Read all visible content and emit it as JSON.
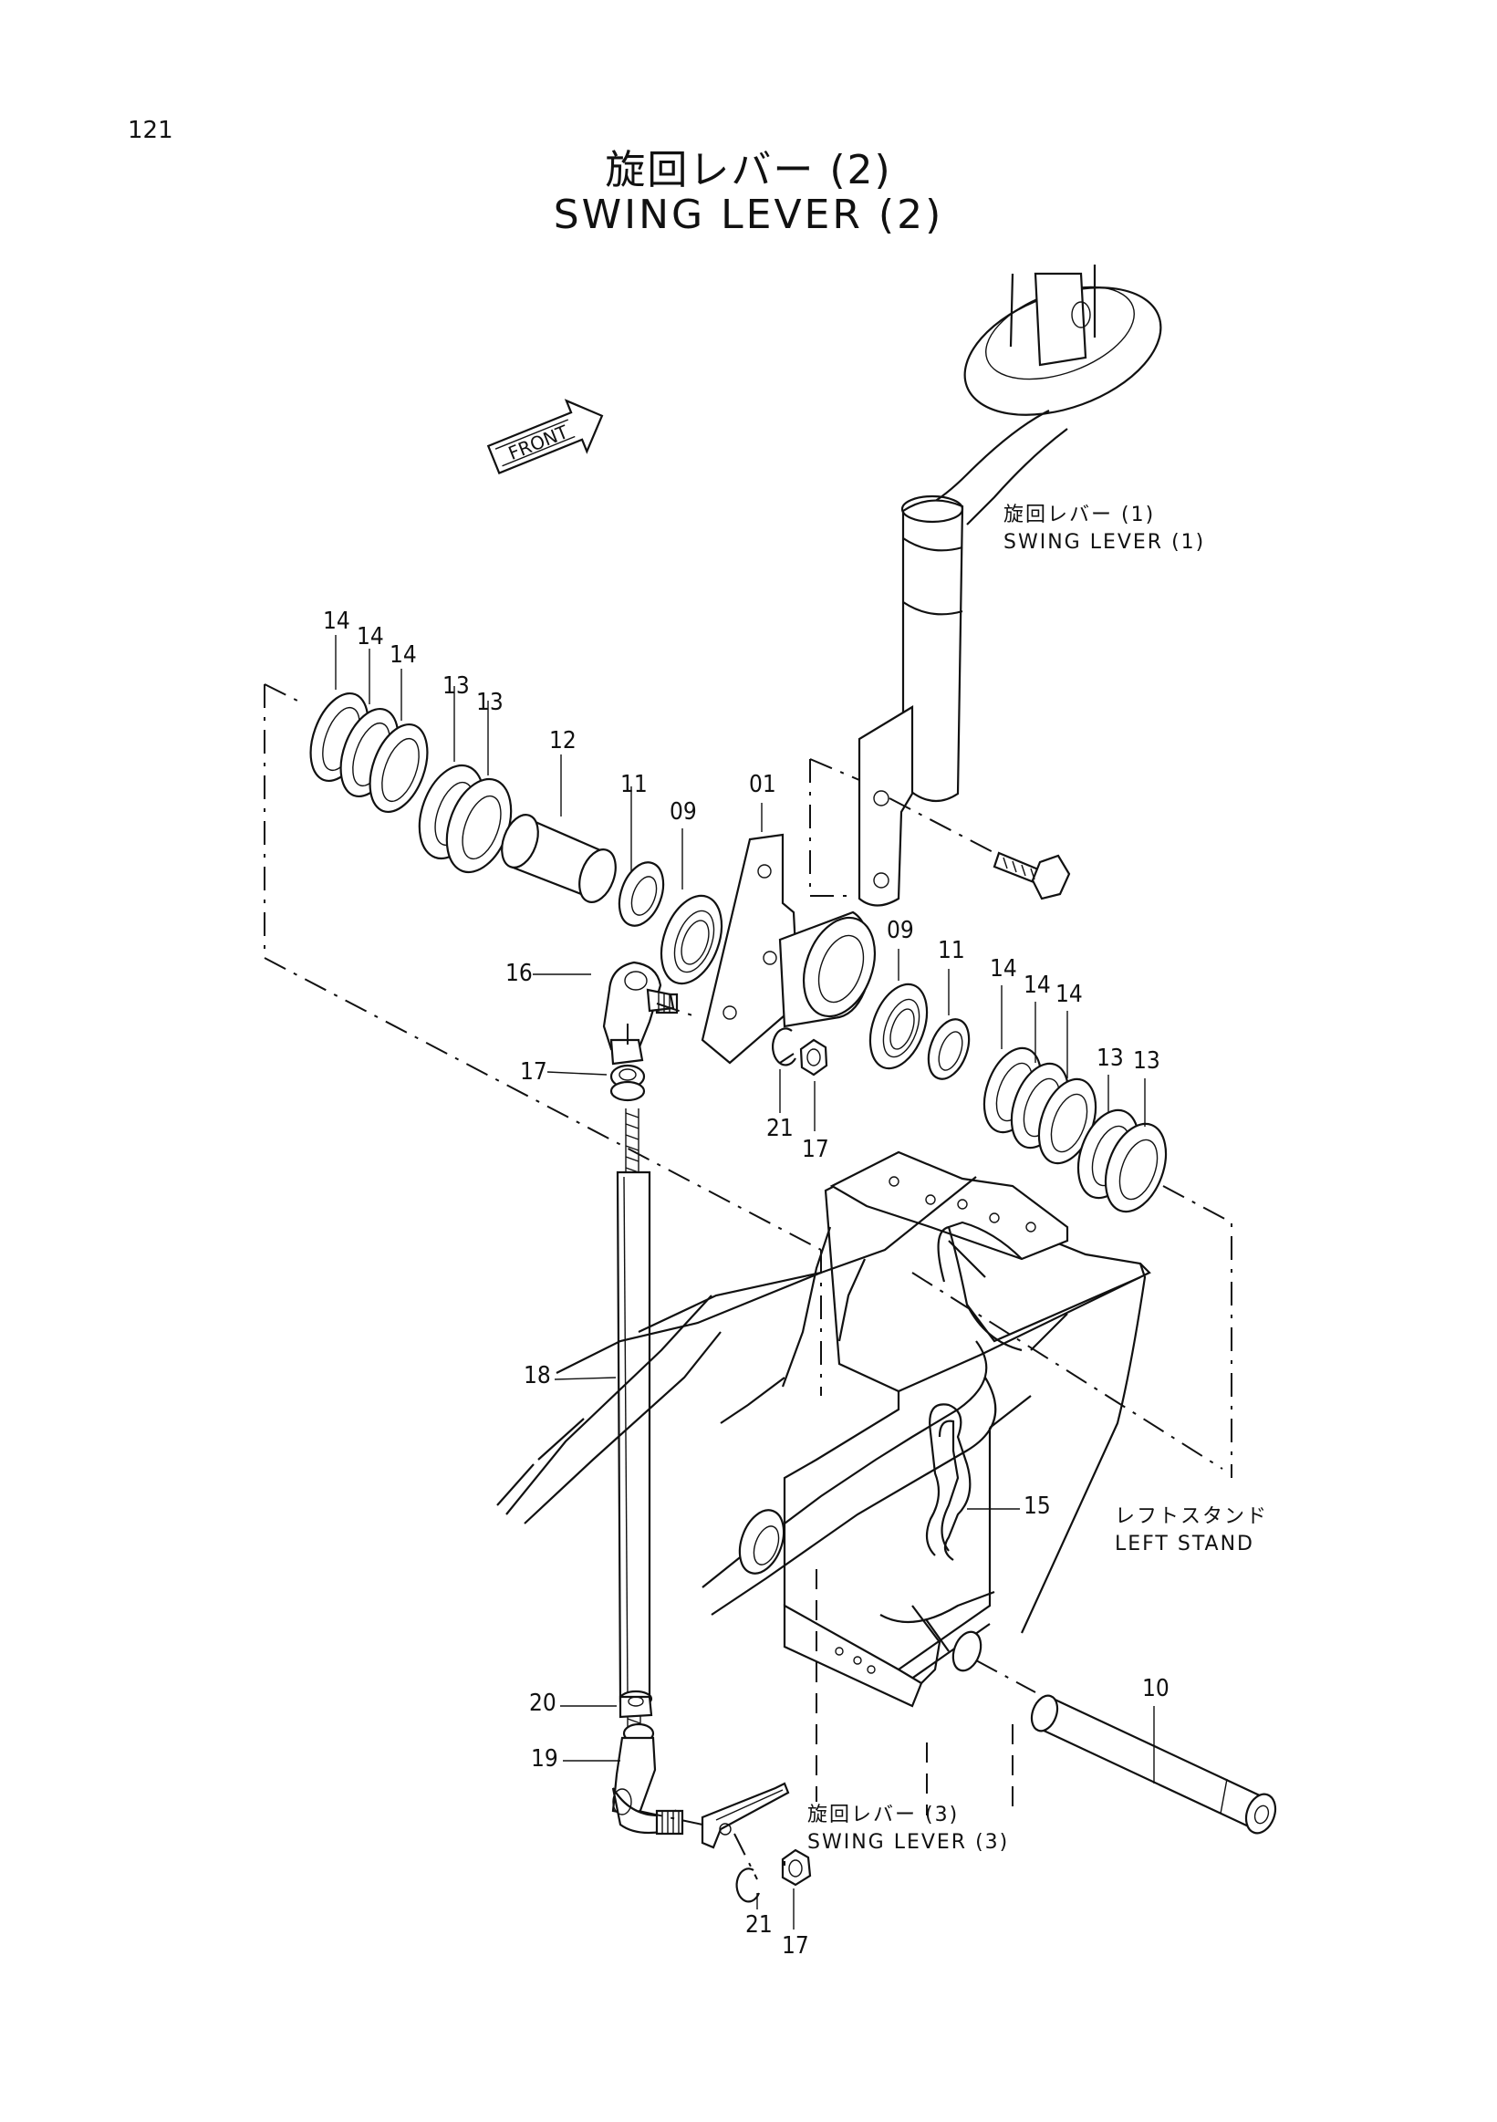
{
  "page_number": "121",
  "title_jp": "旋回レバー (2)",
  "title_en": "SWING LEVER (2)",
  "front_label": "FRONT",
  "references": {
    "swing_lever_1": {
      "jp": "旋回レバー (1)",
      "en": "SWING LEVER (1)"
    },
    "left_stand": {
      "jp": "レフトスタンド",
      "en": "LEFT STAND"
    },
    "swing_lever_3": {
      "jp": "旋回レバー (3)",
      "en": "SWING LEVER (3)"
    }
  },
  "callouts": [
    "14",
    "14",
    "14",
    "13",
    "13",
    "12",
    "11",
    "09",
    "01",
    "16",
    "17",
    "21",
    "17",
    "09",
    "11",
    "14",
    "14",
    "14",
    "13",
    "13",
    "18",
    "15",
    "10",
    "20",
    "19",
    "21",
    "17"
  ],
  "icons": [
    "front-arrow-icon"
  ]
}
